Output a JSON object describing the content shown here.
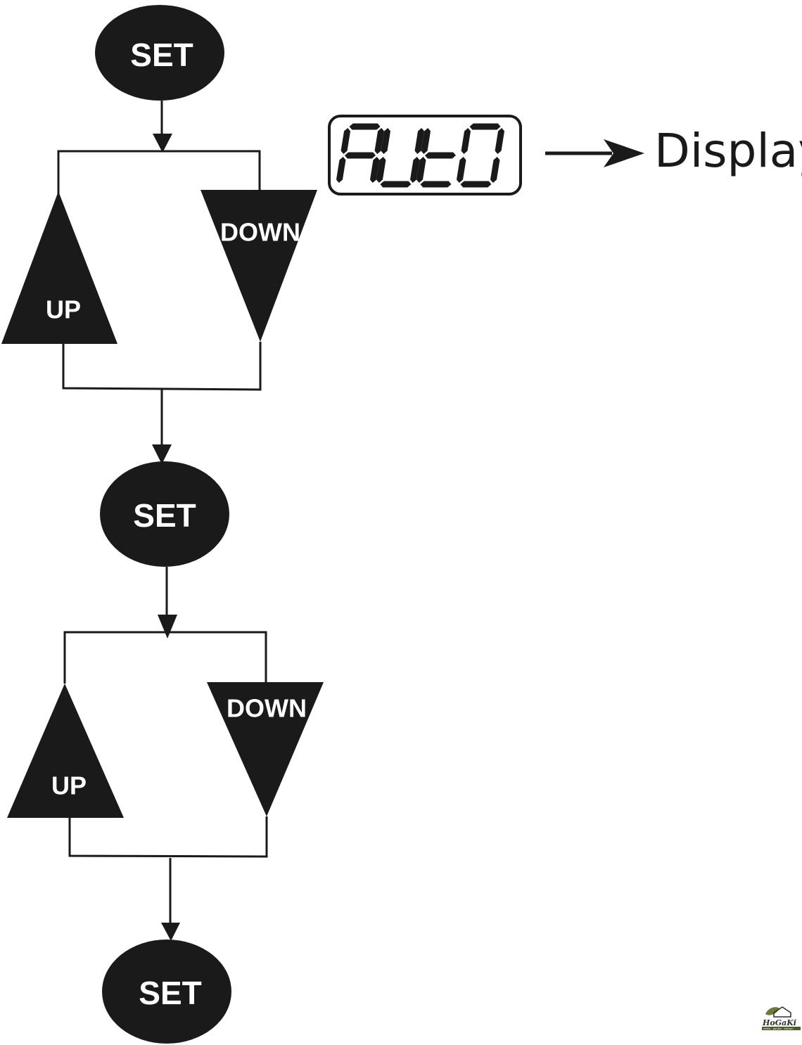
{
  "flow": {
    "set_nodes": [
      {
        "label": "SET"
      },
      {
        "label": "SET"
      },
      {
        "label": "SET"
      }
    ],
    "branches": [
      {
        "up_label": "UP",
        "down_label": "DOWN"
      },
      {
        "up_label": "UP",
        "down_label": "DOWN"
      }
    ]
  },
  "display": {
    "text": "AUtO",
    "digits": [
      {
        "char": "A",
        "segments": [
          "a",
          "b",
          "c",
          "e",
          "f",
          "g"
        ]
      },
      {
        "char": "U",
        "segments": [
          "b",
          "c",
          "d",
          "e",
          "f"
        ]
      },
      {
        "char": "t",
        "segments": [
          "d",
          "e",
          "f",
          "g"
        ]
      },
      {
        "char": "O",
        "segments": [
          "a",
          "b",
          "c",
          "d",
          "e",
          "f"
        ]
      }
    ],
    "arrow_label": "Display"
  },
  "logo": {
    "name": "HoGaKi",
    "tagline": "Home - garden - kitchen",
    "colors": {
      "leaf": "#6b7a3a",
      "text": "#2e2e2e",
      "band": "#4a5a2a"
    }
  },
  "colors": {
    "shape_fill": "#1a1a1a",
    "line": "#1a1a1a",
    "label": "#ffffff",
    "background": "#ffffff"
  }
}
